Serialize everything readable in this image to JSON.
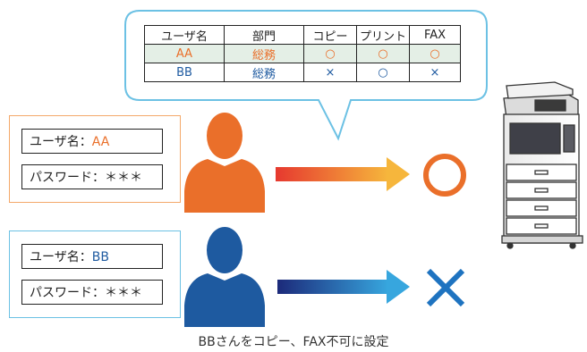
{
  "table": {
    "headers": [
      "ユーザ名",
      "部門",
      "コピー",
      "プリント",
      "FAX"
    ],
    "rows": [
      [
        "AA",
        "総務",
        "○",
        "○",
        "○"
      ],
      [
        "BB",
        "総務",
        "×",
        "○",
        "×"
      ]
    ]
  },
  "user_aa": {
    "username_label": "ユーザ名：",
    "username_value": "AA",
    "password_label": "パスワード：＊＊＊"
  },
  "user_bb": {
    "username_label": "ユーザ名：",
    "username_value": "BB",
    "password_label": "パスワード：＊＊＊"
  },
  "result_aa": "allowed",
  "result_bb": "denied",
  "caption": "BBさんをコピー、FAX不可に設定",
  "colors": {
    "orange": "#ea6f2a",
    "blue": "#1e5aa0",
    "light_blue": "#6cc1e4",
    "light_orange": "#f4a86a",
    "bubble_fill": "#e8f3ff"
  }
}
